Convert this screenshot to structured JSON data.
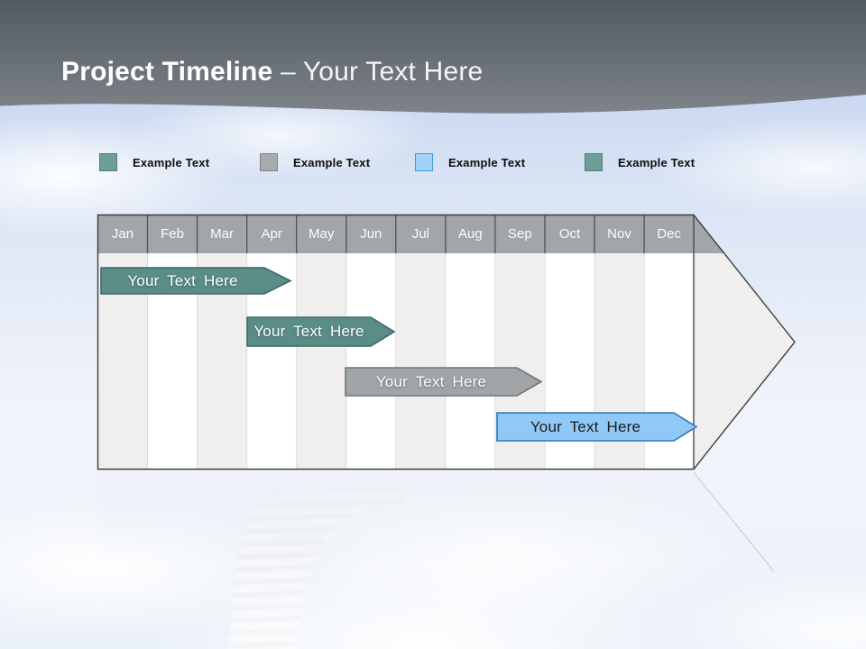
{
  "slide": {
    "title_bold": "Project Timeline",
    "title_rest": "– Your Text Here"
  },
  "legend": {
    "items": [
      {
        "label": "Example Text",
        "color": "#6f9e97",
        "border": "#4e7e77"
      },
      {
        "label": "Example Text",
        "color": "#a8abad",
        "border": "#828587"
      },
      {
        "label": "Example Text",
        "color": "#a0d3f8",
        "border": "#4d96d2"
      },
      {
        "label": "Example Text",
        "color": "#6f9e97",
        "border": "#4e7e77"
      }
    ]
  },
  "timeline": {
    "months": [
      "Jan",
      "Feb",
      "Mar",
      "Apr",
      "May",
      "Jun",
      "Jul",
      "Aug",
      "Sep",
      "Oct",
      "Nov",
      "Dec"
    ],
    "header_fill": "#a3a6a9",
    "stripe_fill": "#f0efed",
    "bars": [
      {
        "label": "Your Text Here",
        "color": "#5a8d87",
        "border": "#3c6a65",
        "text_color": "#ffffff",
        "start_month": "Jan",
        "end_month": "Apr",
        "row": 1
      },
      {
        "label": "Your Text Here",
        "color": "#5a8d87",
        "border": "#3c6a65",
        "text_color": "#ffffff",
        "start_month": "Apr",
        "end_month": "Jun",
        "row": 2
      },
      {
        "label": "Your Text Here",
        "color": "#a1a5a8",
        "border": "#707477",
        "text_color": "#ffffff",
        "start_month": "Jun",
        "end_month": "Sep",
        "row": 3
      },
      {
        "label": "Your Text Here",
        "color": "#90c9f7",
        "border": "#2e75b6",
        "text_color": "#1c1c1c",
        "start_month": "Sep",
        "end_month": "Dec",
        "row": 4
      }
    ]
  }
}
